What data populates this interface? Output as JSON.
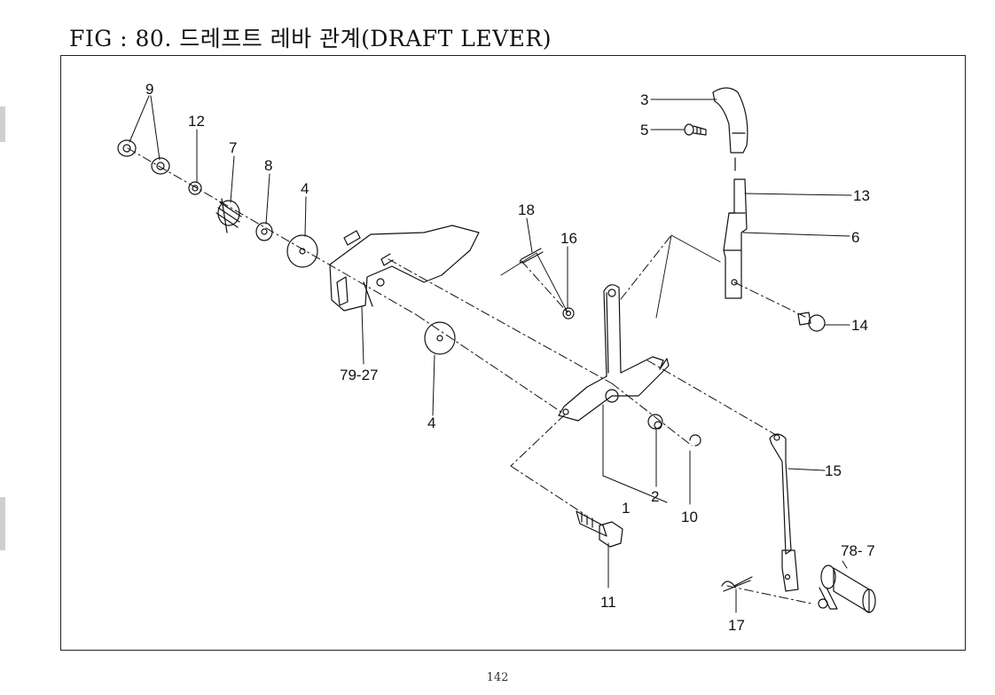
{
  "header": {
    "title": "FIG : 80. 드레프트 레바 관계(DRAFT LEVER)"
  },
  "labels": {
    "p1": "1",
    "p2": "2",
    "p3": "3",
    "p4a": "4",
    "p4b": "4",
    "p5": "5",
    "p6": "6",
    "p7": "7",
    "p8": "8",
    "p9": "9",
    "p10": "10",
    "p11": "11",
    "p12": "12",
    "p13": "13",
    "p14": "14",
    "p15": "15",
    "p16": "16",
    "p17": "17",
    "p18": "18",
    "p7927": "79-27",
    "p787": "78- 7"
  },
  "footer": {
    "page_number": "142"
  }
}
